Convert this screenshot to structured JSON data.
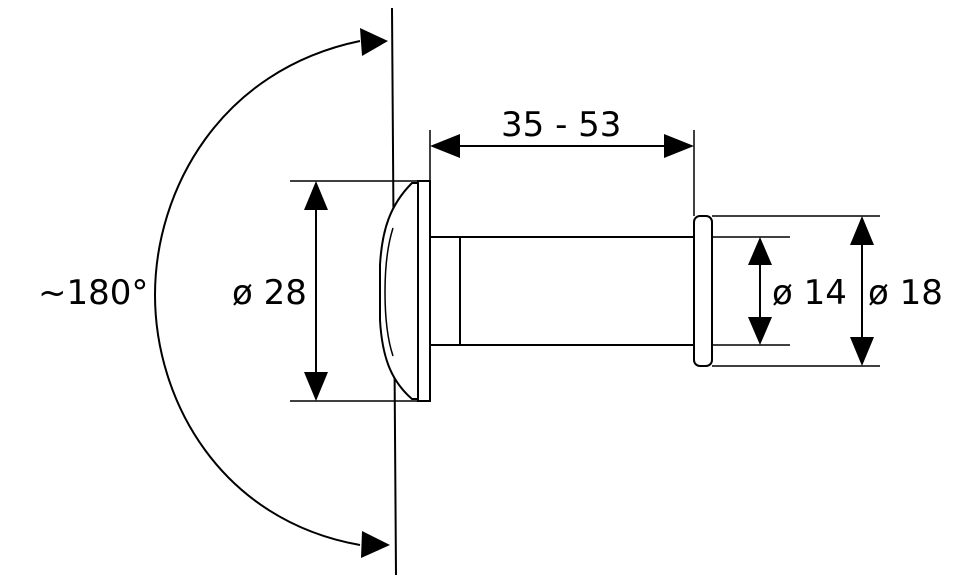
{
  "labels": {
    "view_angle": "~180°",
    "flange_diameter": "ø 28",
    "length_range": "35 - 53",
    "inner_diameter": "ø 14",
    "outer_diameter": "ø 18"
  },
  "colors": {
    "line": "#000000",
    "fill": "#ffffff"
  }
}
